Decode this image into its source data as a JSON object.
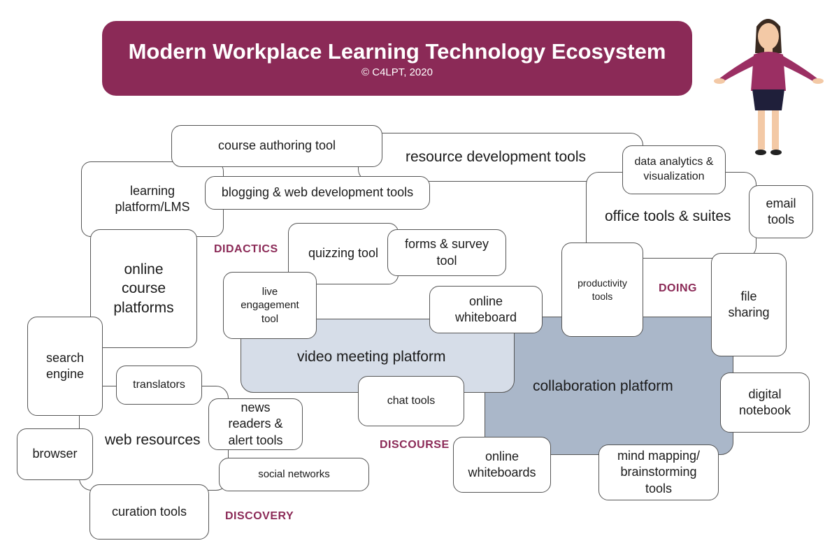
{
  "banner": {
    "title": "Modern Workplace Learning Technology Ecosystem",
    "subtitle": "© C4LPT, 2020"
  },
  "categories": {
    "didactics": "DIDACTICS",
    "doing": "DOING",
    "discourse": "DISCOURSE",
    "discovery": "DISCOVERY"
  },
  "regions": {
    "resource_development": "resource development tools",
    "office": "office tools & suites",
    "web_resources": "web resources",
    "video_meeting": "video meeting platform",
    "collaboration": "collaboration platform"
  },
  "tools": {
    "course_authoring": "course authoring tool",
    "learning_platform": "learning platform/LMS",
    "blogging": "blogging & web development tools",
    "data_analytics": "data analytics & visualization",
    "email": "email tools",
    "quizzing": "quizzing tool",
    "forms_survey": "forms & survey tool",
    "online_course": "online course platforms",
    "live_engagement": "live engagement tool",
    "online_whiteboard": "online whiteboard",
    "productivity": "productivity tools",
    "file_sharing": "file sharing",
    "search_engine": "search engine",
    "translators": "translators",
    "news_readers": "news readers & alert tools",
    "chat": "chat tools",
    "digital_notebook": "digital notebook",
    "browser": "browser",
    "social_networks": "social networks",
    "online_whiteboards": "online whiteboards",
    "mind_mapping": "mind mapping/ brainstorming tools",
    "curation": "curation tools"
  },
  "colors": {
    "banner": "#8b2a57",
    "video_meeting": "#d6dde8",
    "collaboration": "#aab7c9"
  }
}
